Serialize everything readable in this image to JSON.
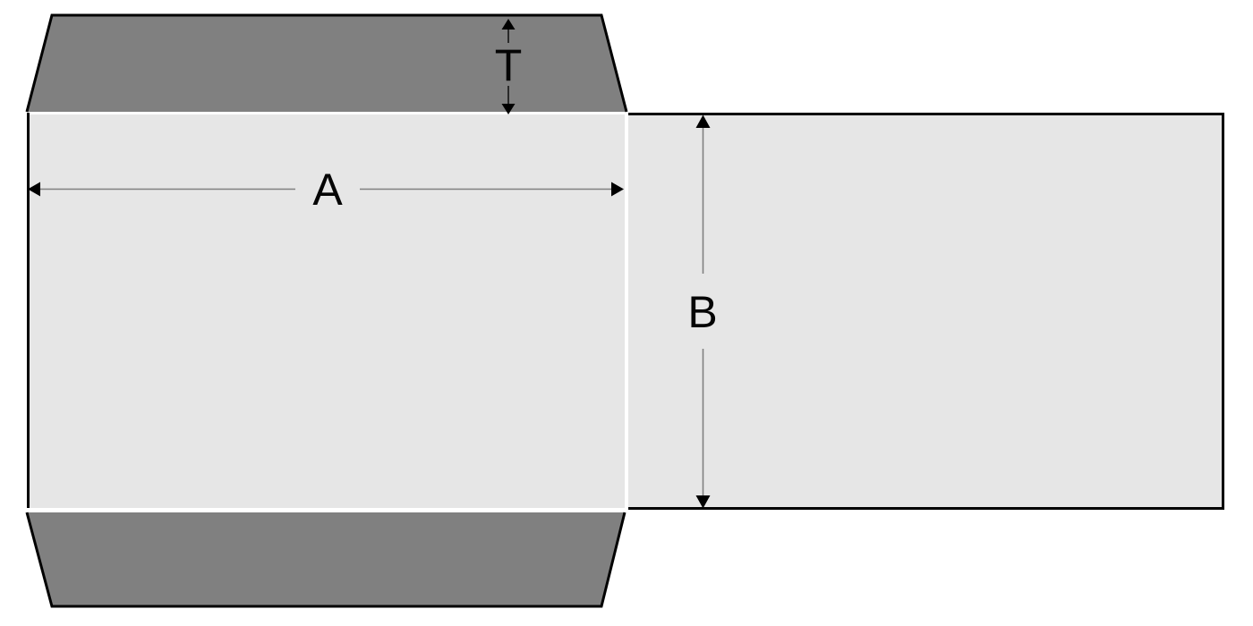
{
  "diagram": {
    "labels": {
      "width_label": "A",
      "height_label": "B",
      "flap_depth_label": "T"
    },
    "colors": {
      "panel_fill": "#e6e6e6",
      "flap_fill": "#808080",
      "outline": "#000000",
      "dimension_line": "#808080",
      "background": "#ffffff"
    }
  }
}
